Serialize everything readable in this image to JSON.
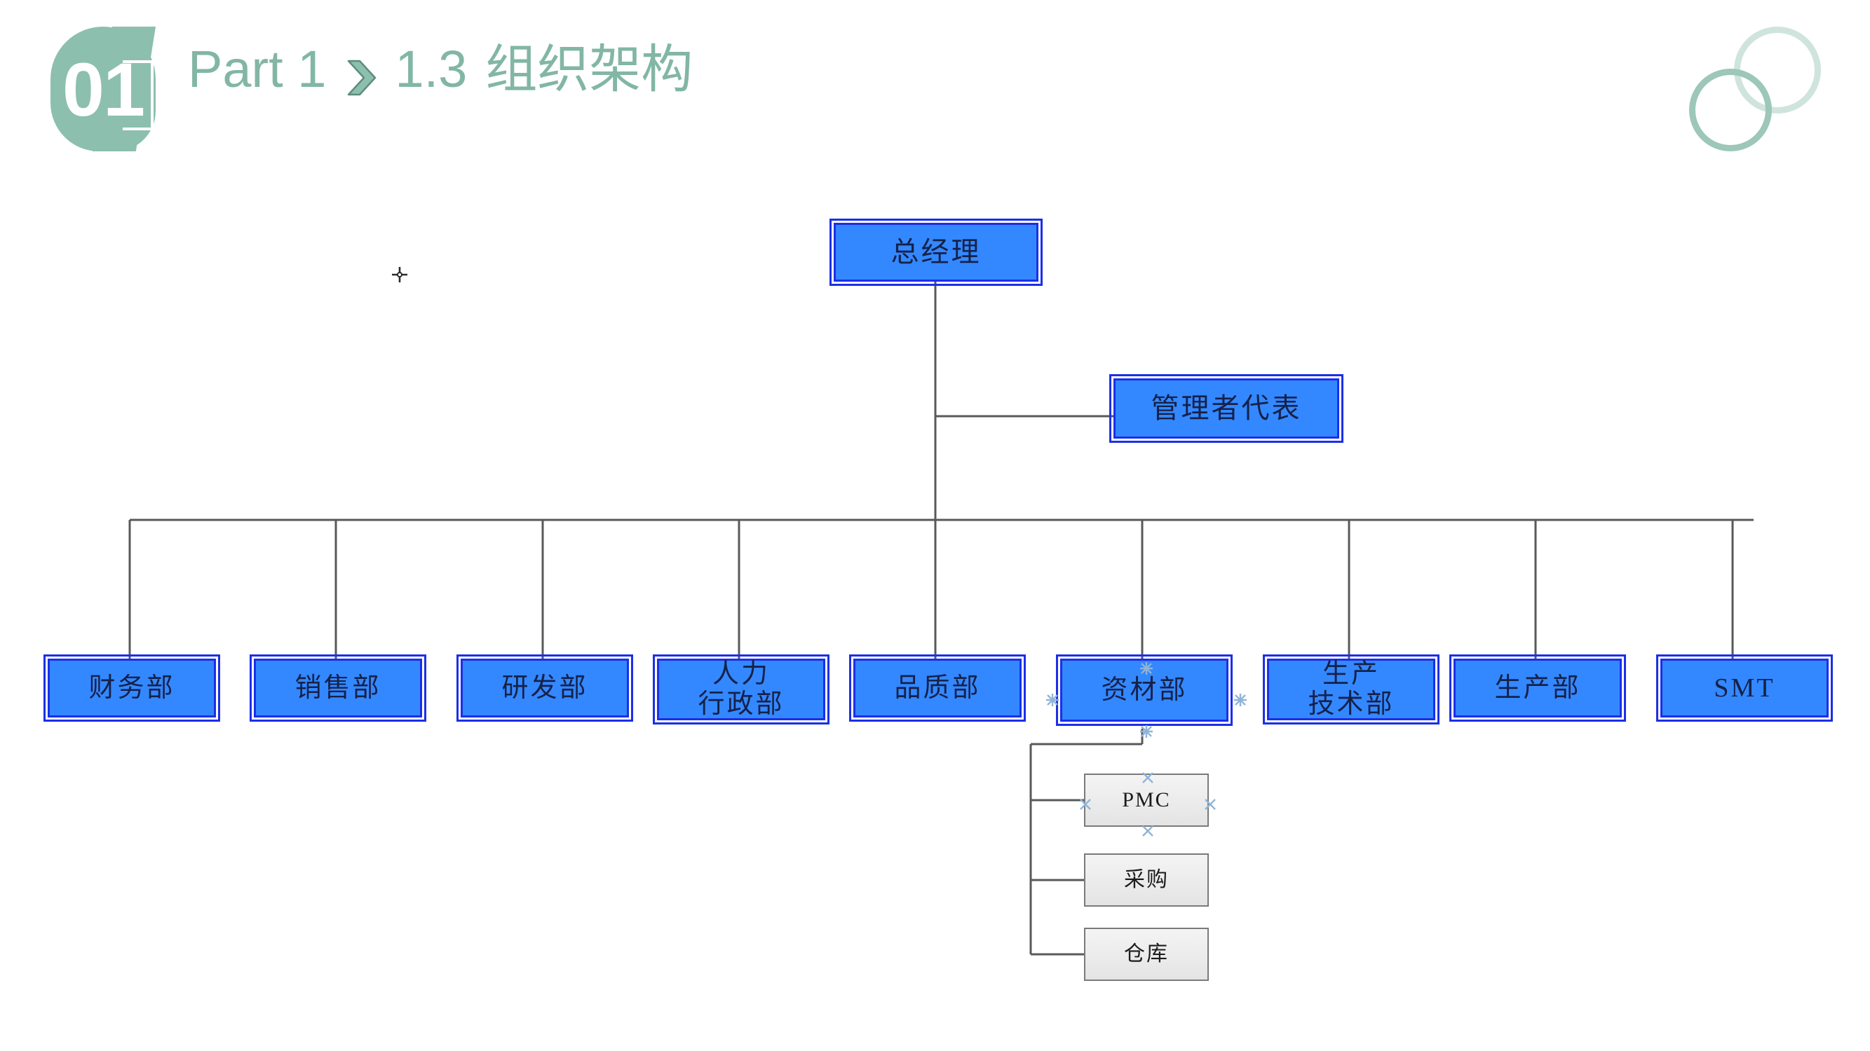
{
  "slide": {
    "background_color": "#ffffff",
    "accent_color": "#82B6A5",
    "node_fill_color": "#3388FF",
    "node_border_color": "#1B2FE8",
    "sub_node_fill_color": "#EDEDED",
    "sub_node_border_color": "#7A7A7A",
    "connector_color": "#595959"
  },
  "header": {
    "badge_number": "01",
    "part_label": "Part 1",
    "separator_icon": "chevron-right-icon",
    "section_number": "1.3",
    "section_title": "组织架构",
    "decoration_icon": "overlapping-circles-icon"
  },
  "chart_data": {
    "type": "diagram",
    "title": "组织架构",
    "nodes": [
      {
        "id": "gm",
        "label": "总经理",
        "lines": [
          "总经理"
        ],
        "level": 0,
        "style": "blue"
      },
      {
        "id": "mr",
        "label": "管理者代表",
        "lines": [
          "管理者代表"
        ],
        "level": 1,
        "style": "blue"
      },
      {
        "id": "fin",
        "label": "财务部",
        "lines": [
          "财务部"
        ],
        "level": 2,
        "style": "blue"
      },
      {
        "id": "sal",
        "label": "销售部",
        "lines": [
          "销售部"
        ],
        "level": 2,
        "style": "blue"
      },
      {
        "id": "rd",
        "label": "研发部",
        "lines": [
          "研发部"
        ],
        "level": 2,
        "style": "blue"
      },
      {
        "id": "hr",
        "label": "人力行政部",
        "lines": [
          "人力",
          "行政部"
        ],
        "level": 2,
        "style": "blue"
      },
      {
        "id": "qa",
        "label": "品质部",
        "lines": [
          "品质部"
        ],
        "level": 2,
        "style": "blue"
      },
      {
        "id": "mat",
        "label": "资材部",
        "lines": [
          "资材部"
        ],
        "level": 2,
        "style": "blue",
        "selected": true
      },
      {
        "id": "pe",
        "label": "生产技术部",
        "lines": [
          "生产",
          "技术部"
        ],
        "level": 2,
        "style": "blue"
      },
      {
        "id": "prod",
        "label": "生产部",
        "lines": [
          "生产部"
        ],
        "level": 2,
        "style": "blue"
      },
      {
        "id": "smt",
        "label": "SMT",
        "lines": [
          "SMT"
        ],
        "level": 2,
        "style": "blue"
      },
      {
        "id": "pmc",
        "label": "PMC",
        "lines": [
          "PMC"
        ],
        "level": 3,
        "style": "gray",
        "selected": true
      },
      {
        "id": "buy",
        "label": "采购",
        "lines": [
          "采购"
        ],
        "level": 3,
        "style": "gray"
      },
      {
        "id": "wh",
        "label": "仓库",
        "lines": [
          "仓库"
        ],
        "level": 3,
        "style": "gray"
      }
    ],
    "edges": [
      {
        "from": "gm",
        "to": "mr"
      },
      {
        "from": "gm",
        "to": "fin"
      },
      {
        "from": "gm",
        "to": "sal"
      },
      {
        "from": "gm",
        "to": "rd"
      },
      {
        "from": "gm",
        "to": "hr"
      },
      {
        "from": "gm",
        "to": "qa"
      },
      {
        "from": "gm",
        "to": "mat"
      },
      {
        "from": "gm",
        "to": "pe"
      },
      {
        "from": "gm",
        "to": "prod"
      },
      {
        "from": "gm",
        "to": "smt"
      },
      {
        "from": "mat",
        "to": "pmc"
      },
      {
        "from": "mat",
        "to": "buy"
      },
      {
        "from": "mat",
        "to": "wh"
      }
    ]
  },
  "overlay": {
    "cursor_icon": "crosshair-cursor"
  }
}
